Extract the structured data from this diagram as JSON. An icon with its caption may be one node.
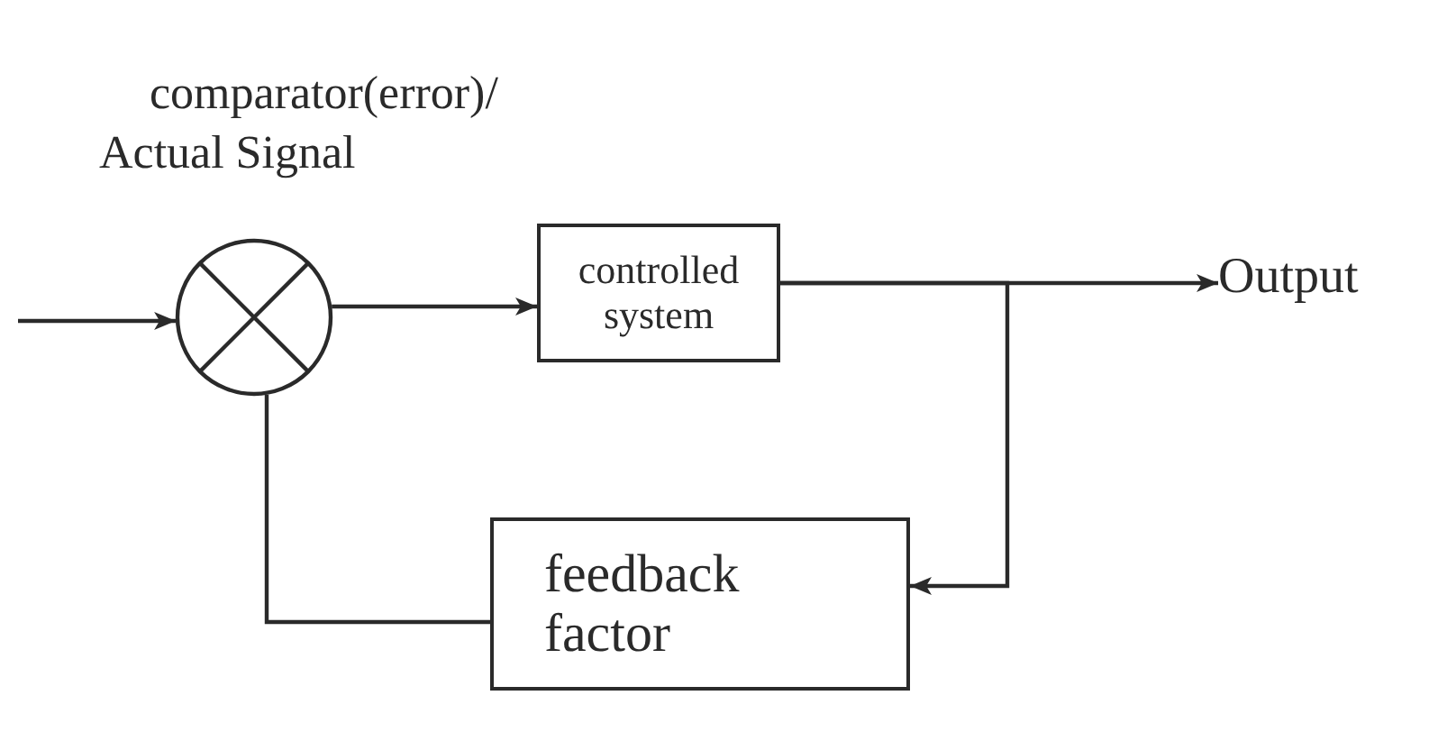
{
  "diagram": {
    "nodes": [
      {
        "text": [],
        "shape": "circle",
        "beside": [
          "comparator(error)/ Actual Signal"
        ]
      },
      {
        "text": [
          "controlled system"
        ]
      },
      {
        "text": [
          "Output"
        ]
      },
      {
        "text": [
          "feedback factor"
        ]
      }
    ],
    "edges": [
      {
        "from": null,
        "to": 0,
        "arrow": "to"
      },
      {
        "from": 0,
        "to": 1,
        "arrow": "to"
      },
      {
        "from": 1,
        "to": 2,
        "arrow": "to"
      },
      {
        "from": 1,
        "to": 3,
        "arrow": "to"
      },
      {
        "from": 3,
        "to": 0,
        "arrow": "none"
      }
    ]
  }
}
